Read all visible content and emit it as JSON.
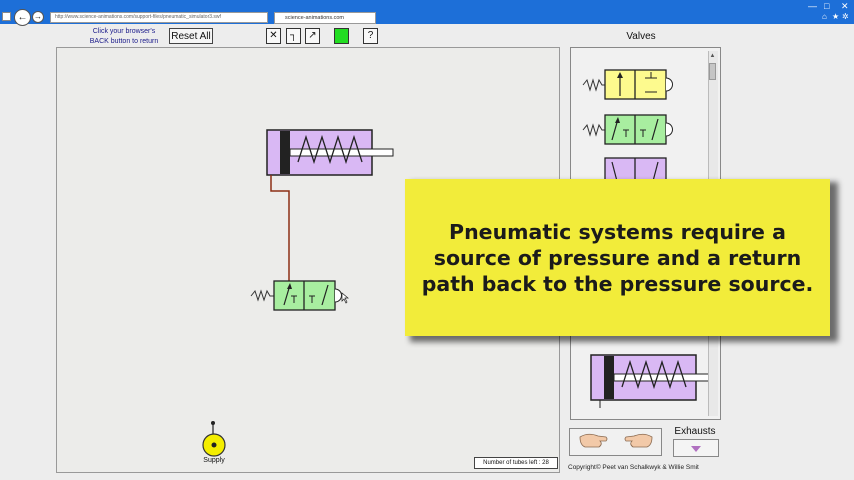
{
  "browser": {
    "address": "http://www.science-animations.com/support-files/pneumatic_simulator3.swf",
    "tab_title": "science-animations.com",
    "back_icon": "arrow-left-icon",
    "forward_icon": "arrow-right-icon"
  },
  "toolbar": {
    "hint_line1": "Click your browser's",
    "hint_line2": "BACK button to return",
    "reset_label": "Reset All",
    "tools": [
      {
        "name": "delete-tool",
        "glyph": "✕"
      },
      {
        "name": "tube-tool",
        "glyph": "┐"
      },
      {
        "name": "pen-tool",
        "glyph": "↗"
      },
      {
        "name": "run-tool",
        "glyph": ""
      },
      {
        "name": "help-tool",
        "glyph": "?"
      }
    ],
    "run_color": "#22dd22"
  },
  "canvas": {
    "tubes_left_label": "Number of tubes left : 28",
    "supply_label": "Supply"
  },
  "palette": {
    "title": "Valves",
    "valve_colors": [
      "#fdfa8e",
      "#a8eea0",
      "#d9b8f4"
    ]
  },
  "exhausts": {
    "label": "Exhausts"
  },
  "footer": {
    "copyright": "Copyright© Peet van Schalkwyk & Willie Smit"
  },
  "overlay": {
    "message": "Pneumatic systems require a source of pressure and a return path back to the pressure source."
  },
  "colors": {
    "cylinder_fill": "#d9b8f4",
    "valve_green": "#a8eea0",
    "valve_yellow": "#fdfa8e",
    "tube": "#8b2e14",
    "supply": "#f4ee00",
    "overlay": "#f2ec3a"
  }
}
